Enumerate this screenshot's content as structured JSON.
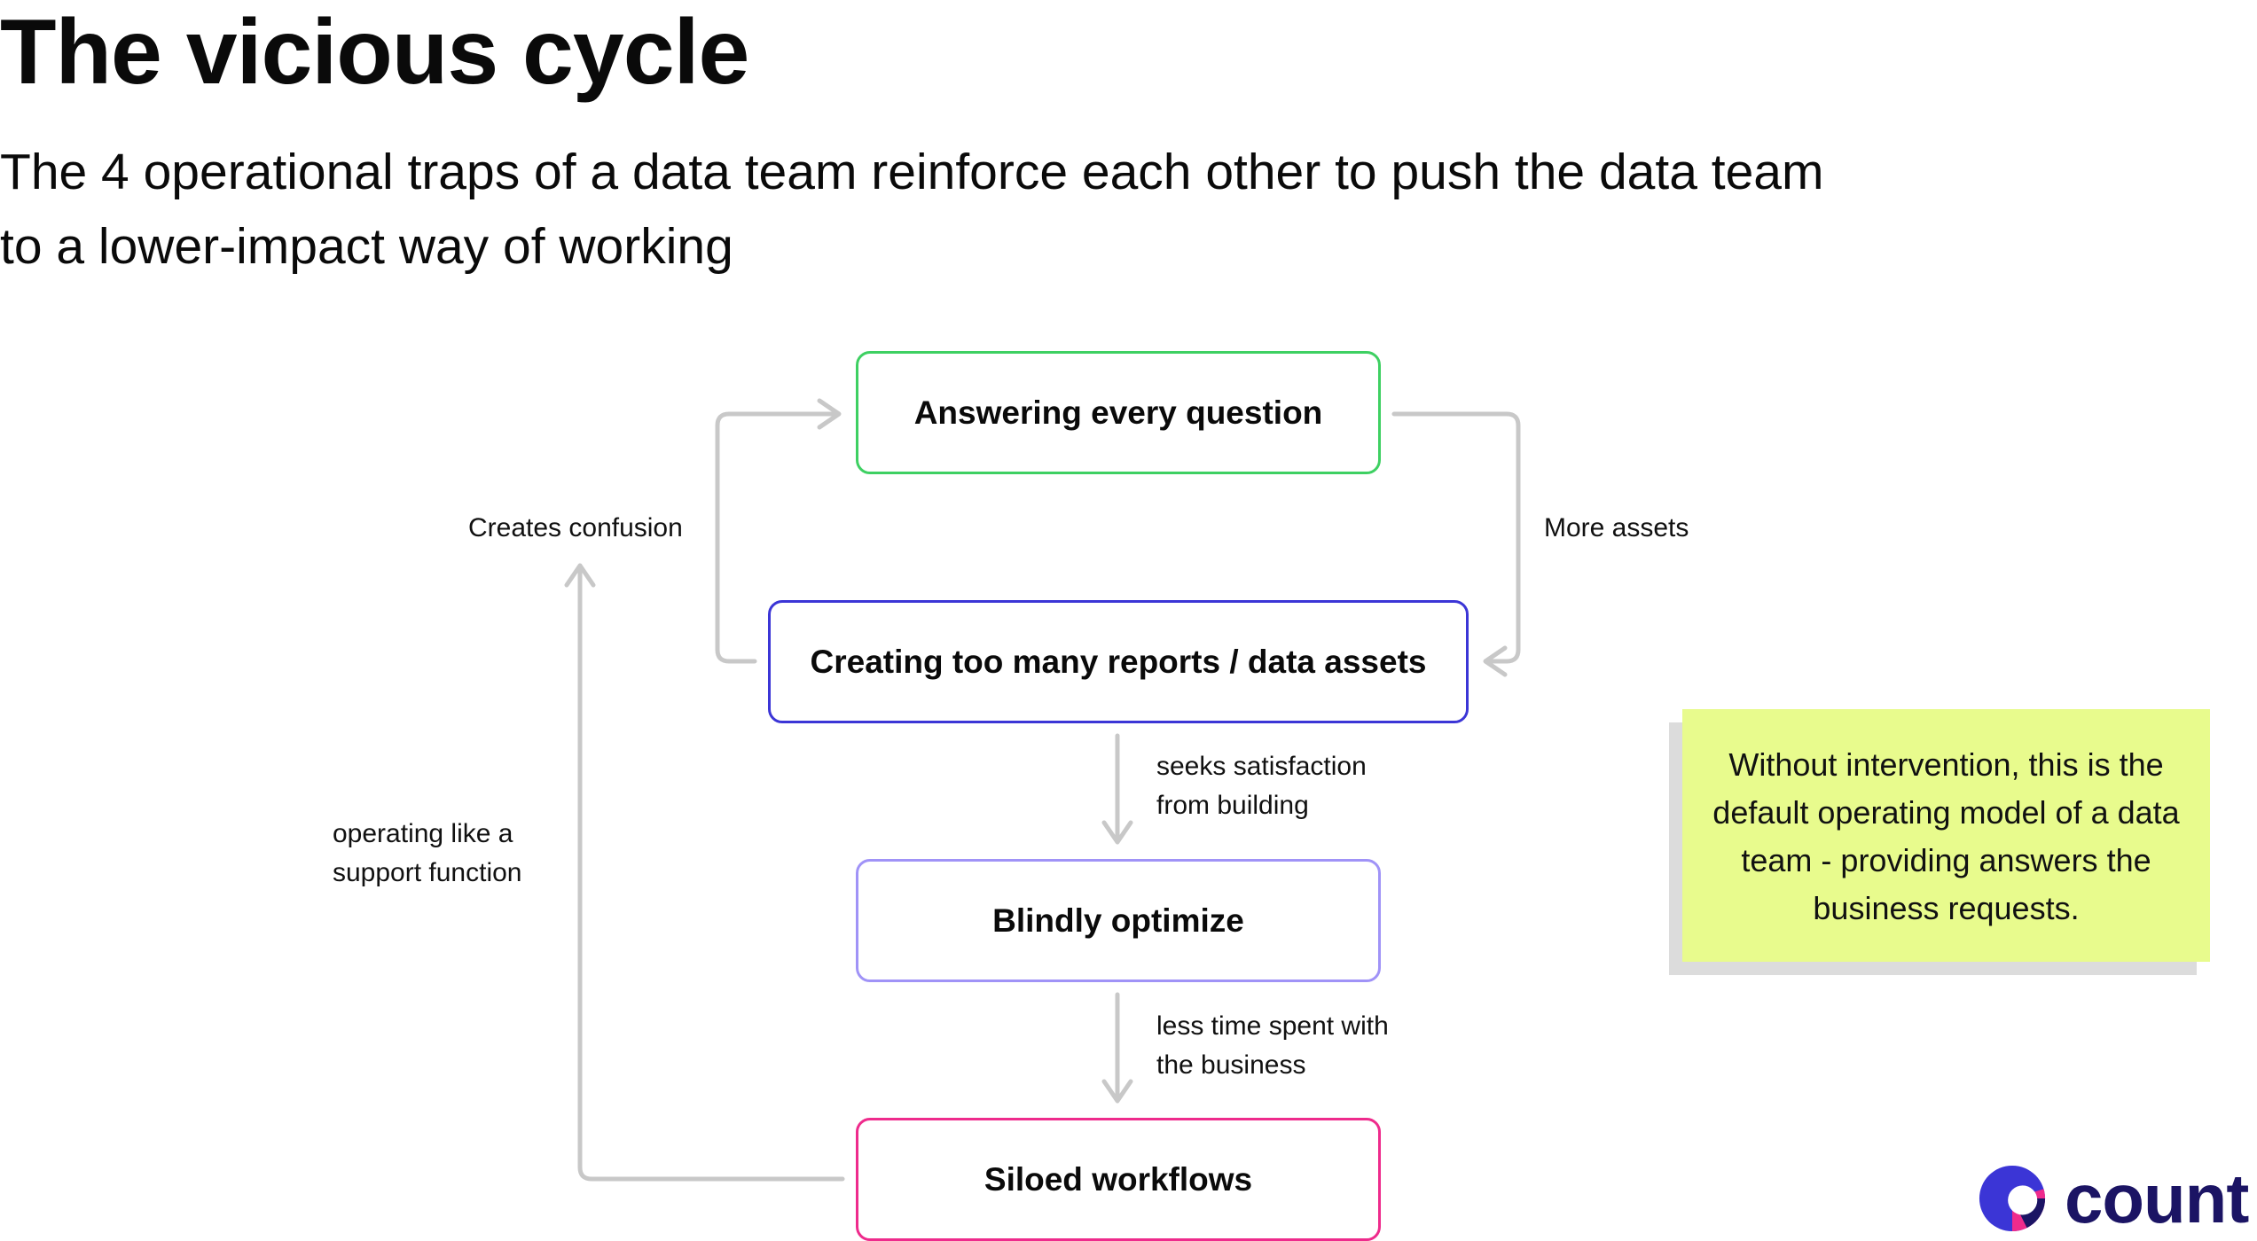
{
  "header": {
    "title": "The vicious cycle",
    "subtitle": "The 4 operational traps of a data team reinforce each other to push the data team to a lower-impact way of working"
  },
  "nodes": {
    "answering": "Answering every question",
    "creating": "Creating too many reports / data assets",
    "optimize": "Blindly optimize",
    "siloed": "Siloed workflows"
  },
  "edges": {
    "creates_confusion": "Creates confusion",
    "more_assets": "More assets",
    "seeks_satisfaction_1": "seeks satisfaction",
    "seeks_satisfaction_2": "from building",
    "less_time_1": "less time spent with",
    "less_time_2": "the business",
    "support_1": "operating like a",
    "support_2": "support function"
  },
  "note": {
    "text": "Without intervention, this is the default operating model of a data team - providing answers the business requests."
  },
  "brand": {
    "name": "count",
    "logo_icon": "count-logo-icon"
  },
  "colors": {
    "node_green": "#3ed062",
    "node_blue": "#3b35d6",
    "node_purple": "#a093f7",
    "node_pink": "#ee2b8c",
    "note_background": "#e8fb8d",
    "connector": "#c8c8c8",
    "brand_navy": "#1b1464"
  }
}
